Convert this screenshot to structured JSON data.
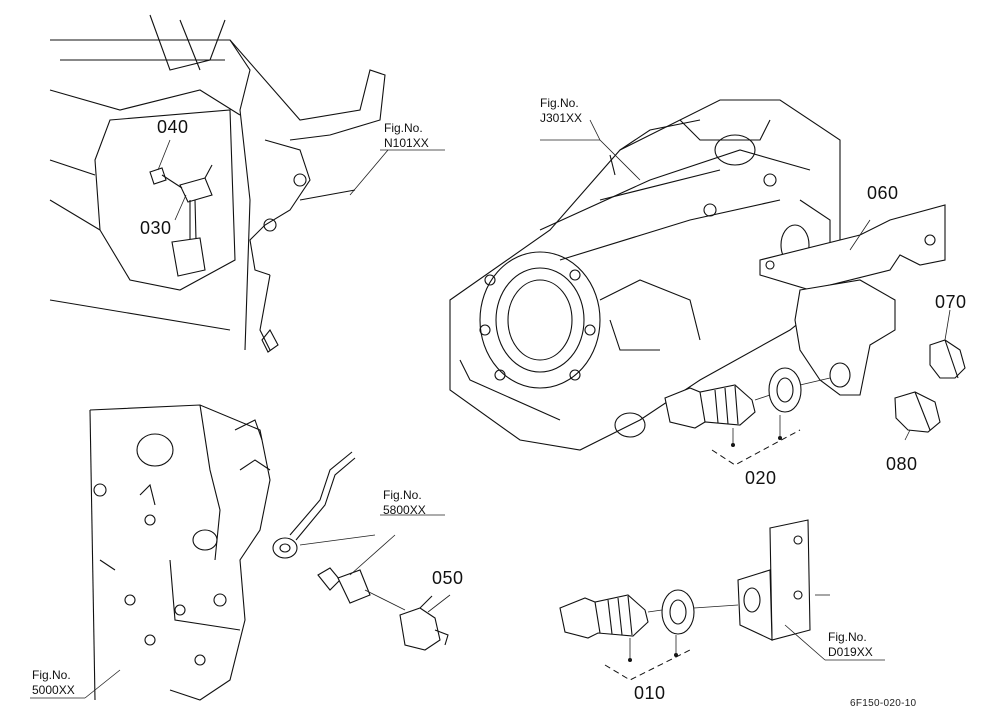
{
  "part_numbers": {
    "p010": "010",
    "p020": "020",
    "p030": "030",
    "p040": "040",
    "p050": "050",
    "p060": "060",
    "p070": "070",
    "p080": "080"
  },
  "figure_refs": {
    "n101": {
      "line1": "Fig.No.",
      "line2": "N101XX"
    },
    "j301": {
      "line1": "Fig.No.",
      "line2": "J301XX"
    },
    "f5800": {
      "line1": "Fig.No.",
      "line2": "5800XX"
    },
    "f5000": {
      "line1": "Fig.No.",
      "line2": "5000XX"
    },
    "d019": {
      "line1": "Fig.No.",
      "line2": "D019XX"
    }
  },
  "diagram_code": "6F150-020-10"
}
